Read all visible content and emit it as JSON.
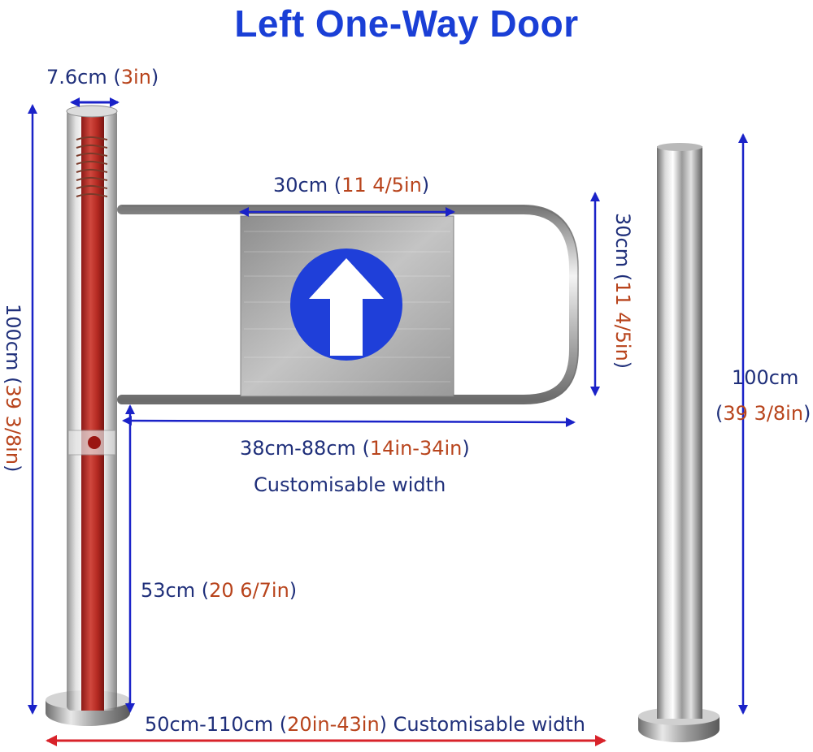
{
  "title": "Left One-Way Door",
  "colors": {
    "title": "#1a3fd6",
    "dimension_text": "#1f2f7a",
    "imperial_text": "#b8441c",
    "arrow_blue": "#1a22c8",
    "arrow_red": "#d8222a",
    "sign_circle": "#1f3fd9"
  },
  "dimensions": {
    "post_diameter": {
      "metric": "7.6cm",
      "open": " (",
      "imperial": "3in",
      "close": ")"
    },
    "post_height_left": {
      "metric": "100cm",
      "open": " (",
      "imperial": "39 3/8in",
      "close": ")"
    },
    "sign_width": {
      "metric": "30cm",
      "open": " (",
      "imperial": "11 4/5in",
      "close": ")"
    },
    "sign_height": {
      "metric": "30cm",
      "open": " (",
      "imperial": "11 4/5in",
      "close": ")"
    },
    "arm_width": {
      "metric": "38cm-88cm",
      "open": " (",
      "imperial": "14in-34in",
      "close": ")",
      "note": "Customisable width"
    },
    "arm_height": {
      "metric": "53cm",
      "open": " (",
      "imperial": "20 6/7in",
      "close": ")"
    },
    "total_width": {
      "metric": "50cm-110cm",
      "open": " (",
      "imperial": "20in-43in",
      "close": ")",
      "note": " Customisable width"
    },
    "post_height_right": {
      "metric": "100cm",
      "open": "(",
      "imperial": "39 3/8in",
      "close": ")"
    }
  },
  "icons": {
    "sign": "up-arrow-icon"
  }
}
